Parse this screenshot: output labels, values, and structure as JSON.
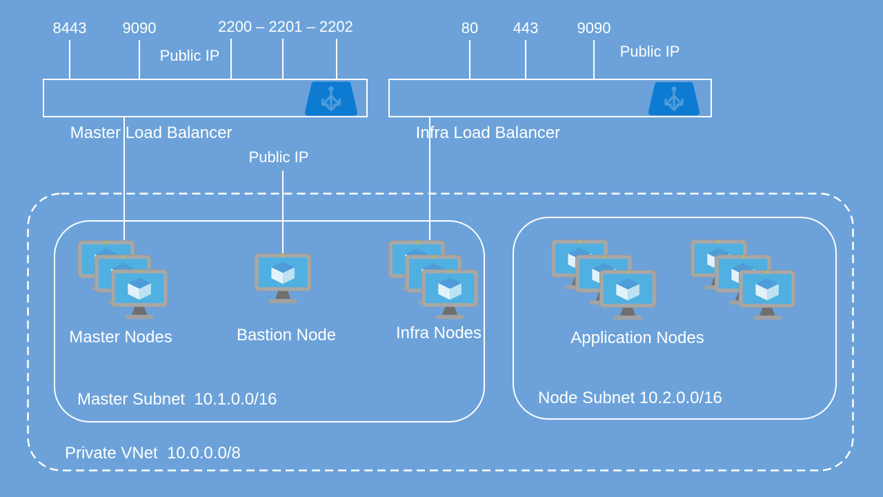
{
  "background_color": "#6CA2D9",
  "accent_colors": {
    "load_balancer_icon_fill": "#0E7BD2",
    "load_balancer_icon_glyph": "#4E9DDB",
    "vm_screen_blue": "#4FB0E1",
    "vm_cube_top_blue": "#4E9DD8",
    "diagram_line_white": "#FFFFFF"
  },
  "master_lb": {
    "label": "Master Load Balancer",
    "ports": [
      "8443",
      "9090",
      "2200 – 2201 – 2202"
    ],
    "public_ip_label": "Public IP"
  },
  "infra_lb": {
    "label": "Infra Load Balancer",
    "ports": [
      "80",
      "443",
      "9090"
    ],
    "public_ip_label": "Public IP"
  },
  "bastion": {
    "label": "Bastion Node",
    "public_ip_label": "Public IP"
  },
  "node_groups": {
    "master": "Master Nodes",
    "infra": "Infra Nodes",
    "application": "Application Nodes"
  },
  "subnets": {
    "master": "Master Subnet  10.1.0.0/16",
    "node": "Node Subnet 10.2.0.0/16"
  },
  "vnet": {
    "label": "Private VNet  10.0.0.0/8"
  },
  "icons": {
    "load_balancer": "load-balancer-icon",
    "virtual_machine": "vm-monitor-icon"
  }
}
